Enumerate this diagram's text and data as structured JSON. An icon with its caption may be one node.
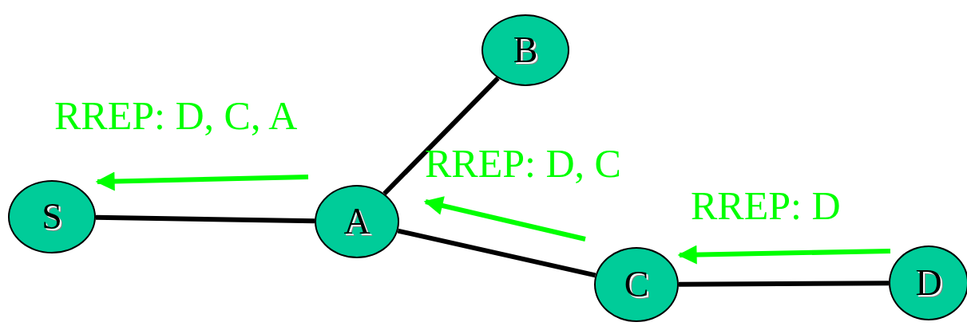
{
  "diagram": {
    "nodes": [
      {
        "text": [
          "B"
        ]
      },
      {
        "text": [
          "S"
        ]
      },
      {
        "text": [
          "A"
        ]
      },
      {
        "text": [
          "C"
        ]
      },
      {
        "text": [
          "D"
        ]
      }
    ],
    "edges": [
      {
        "from": 1,
        "to": 2,
        "arrow": "none"
      },
      {
        "from": 2,
        "to": 0,
        "arrow": "none"
      },
      {
        "from": 2,
        "to": 3,
        "arrow": "none"
      },
      {
        "from": 3,
        "to": 4,
        "arrow": "none"
      },
      {
        "from": 2,
        "to": 1,
        "arrow": "to",
        "label": "RREP: D, C, A",
        "color": "#00ff00"
      },
      {
        "from": 3,
        "to": 2,
        "arrow": "to",
        "label": "RREP: D, C",
        "color": "#00ff00"
      },
      {
        "from": 4,
        "to": 3,
        "arrow": "to",
        "label": "RREP: D",
        "color": "#00ff00"
      }
    ]
  }
}
